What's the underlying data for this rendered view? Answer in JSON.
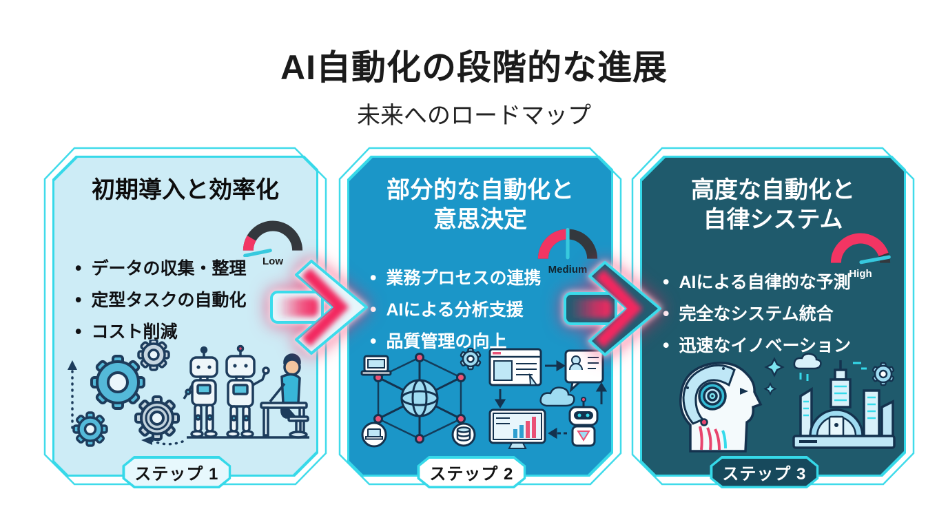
{
  "header": {
    "title": "AI自動化の段階的な進展",
    "subtitle": "未来へのロードマップ"
  },
  "steps": [
    {
      "title_lines": [
        "初期導入と効率化"
      ],
      "gauge": {
        "label": "Low",
        "level": "low"
      },
      "bullets": [
        "データの収集・整理",
        "定型タスクの自動化",
        "コスト削減"
      ],
      "step_label": "ステップ 1",
      "illustration": "gears-robots-and-worker-illustration"
    },
    {
      "title_lines": [
        "部分的な自動化と",
        "意思決定"
      ],
      "gauge": {
        "label": "Medium",
        "level": "medium"
      },
      "bullets": [
        "業務プロセスの連携",
        "AIによる分析支援",
        "品質管理の向上"
      ],
      "step_label": "ステップ 2",
      "illustration": "network-analytics-robot-illustration"
    },
    {
      "title_lines": [
        "高度な自動化と",
        "自律システム"
      ],
      "gauge": {
        "label": "High",
        "level": "high"
      },
      "bullets": [
        "AIによる自律的な予測",
        "完全なシステム統合",
        "迅速なイノベーション"
      ],
      "step_label": "ステップ 3",
      "illustration": "ai-head-and-futuristic-city-illustration"
    }
  ],
  "colors": {
    "accent_cyan": "#36d9e9",
    "accent_pink": "#f23563",
    "card1_bg": "#cdecf6",
    "card2_bg": "#1b96c8",
    "card3_bg": "#1f5a6c",
    "gauge_dark": "#33383d",
    "gauge_needle": "#37c9de"
  }
}
